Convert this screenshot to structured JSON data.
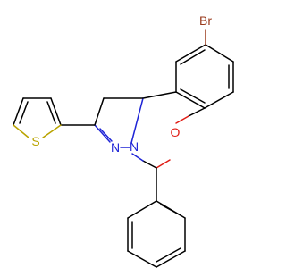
{
  "molecule": {
    "atoms": {
      "br": "Br",
      "s": "S",
      "n1": "N",
      "n2": "N",
      "o": "O"
    },
    "colors": {
      "carbon": "#000000",
      "bromine": "#9a3a1c",
      "sulfur": "#b9a300",
      "nitrogen": "#1e24d6",
      "oxygen": "#e01b14"
    }
  }
}
